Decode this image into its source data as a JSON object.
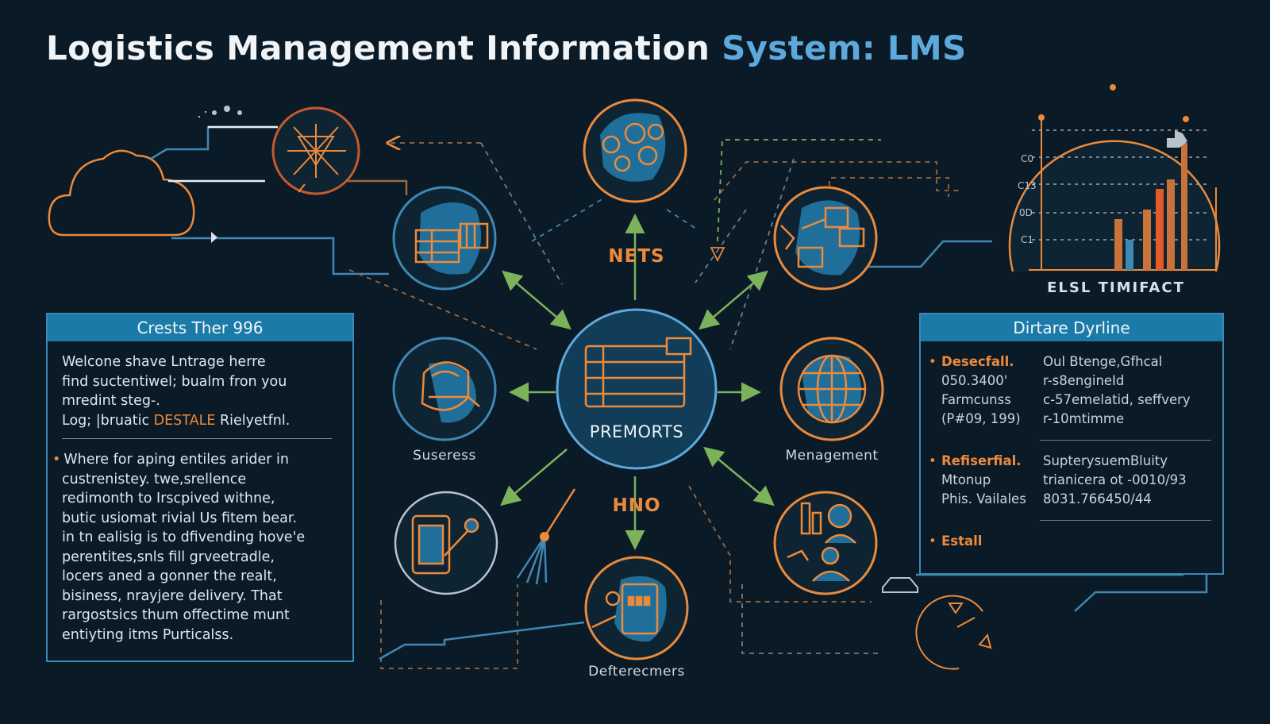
{
  "title": {
    "main": "Logistics Management Information ",
    "accent": "System: LMS"
  },
  "diagram": {
    "hub_label": "PREMORTS",
    "top_label": "NETS",
    "bottom_label": "HNO",
    "nodes": [
      {
        "id": "left",
        "label": "Suseress"
      },
      {
        "id": "right",
        "label": "Menagement"
      },
      {
        "id": "bottom",
        "label": "Defterecmers"
      }
    ],
    "chart_label": "ELSL TIMIFACT",
    "chart_ticks": [
      "C0",
      "C13",
      "0D",
      "C1"
    ]
  },
  "colors": {
    "orange": "#ec8a3b",
    "blue": "#3e88b3",
    "green": "#7cb35a",
    "background": "#0b1a27"
  },
  "left_panel": {
    "header": "Crests Ther 996",
    "para1": {
      "line1": "Welcone shave Lntrage herre",
      "line2": "find suctentiwel; bualm fron you",
      "line3": "mredint steg-.",
      "line4_pre": "Log; |bruatic ",
      "line4_hl": "DESTALE",
      "line4_post": " Rielyetfnl."
    },
    "para2": [
      "Where for aping entiles arider in",
      "custrenistey. twe,srellence",
      "redimonth to Irscpived withne,",
      "butic usiomat rivial Us fitem bear.",
      "in tn ealisig is to dfivending hove'e",
      "perentites,snls fill grveetradle,",
      "locers aned a gonner the realt,",
      "bisiness, nrayjere delivery. That",
      "rargostsics thum offectime munt",
      "entiyting itms Purticalss."
    ]
  },
  "right_panel": {
    "header": "Dirtare Dyrline",
    "groups": [
      {
        "rows": [
          {
            "k": "Desecfall.",
            "v": "Oul Btenge,Gfhcal"
          },
          {
            "k": "050.3400'",
            "v": "r-s8engineId"
          },
          {
            "k": "Farmcunss",
            "v": "c-57emelatid, seffvery"
          },
          {
            "k": "(P#09, 199)",
            "v": "r-10mtimme"
          }
        ]
      },
      {
        "rows": [
          {
            "k": "Refiserfial.",
            "v": "SupterysuemBluity"
          },
          {
            "k": "Mtonup",
            "v": "trianicera ot -0010/93"
          },
          {
            "k": "Phis. Vailales",
            "v": "8031.766450/44"
          }
        ]
      },
      {
        "rows": [
          {
            "k": "Estall",
            "v": ""
          }
        ]
      }
    ]
  }
}
